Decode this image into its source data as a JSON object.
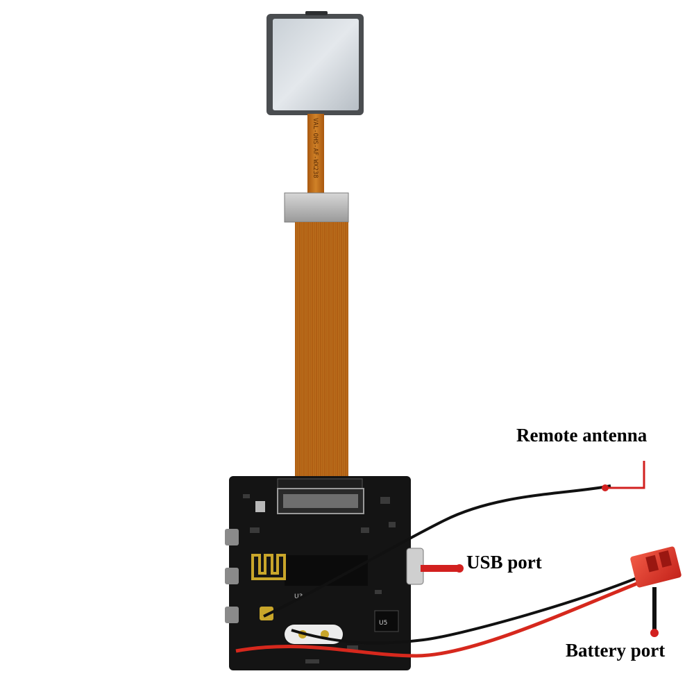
{
  "callouts": {
    "remote_antenna": "Remote antenna",
    "usb_port": "USB port",
    "battery_port": "Battery port"
  },
  "sensor_print": "VAL-OHS-AF-WX238",
  "board_print": {
    "u3": "U3",
    "u5": "U5"
  },
  "colors": {
    "callout_text": "#000000",
    "marker": "#d2201f",
    "flex_cable": "#c2701a",
    "pcb": "#141414",
    "wire_red": "#d6281d",
    "wire_black": "#111111",
    "connector": "#e23a2c"
  }
}
